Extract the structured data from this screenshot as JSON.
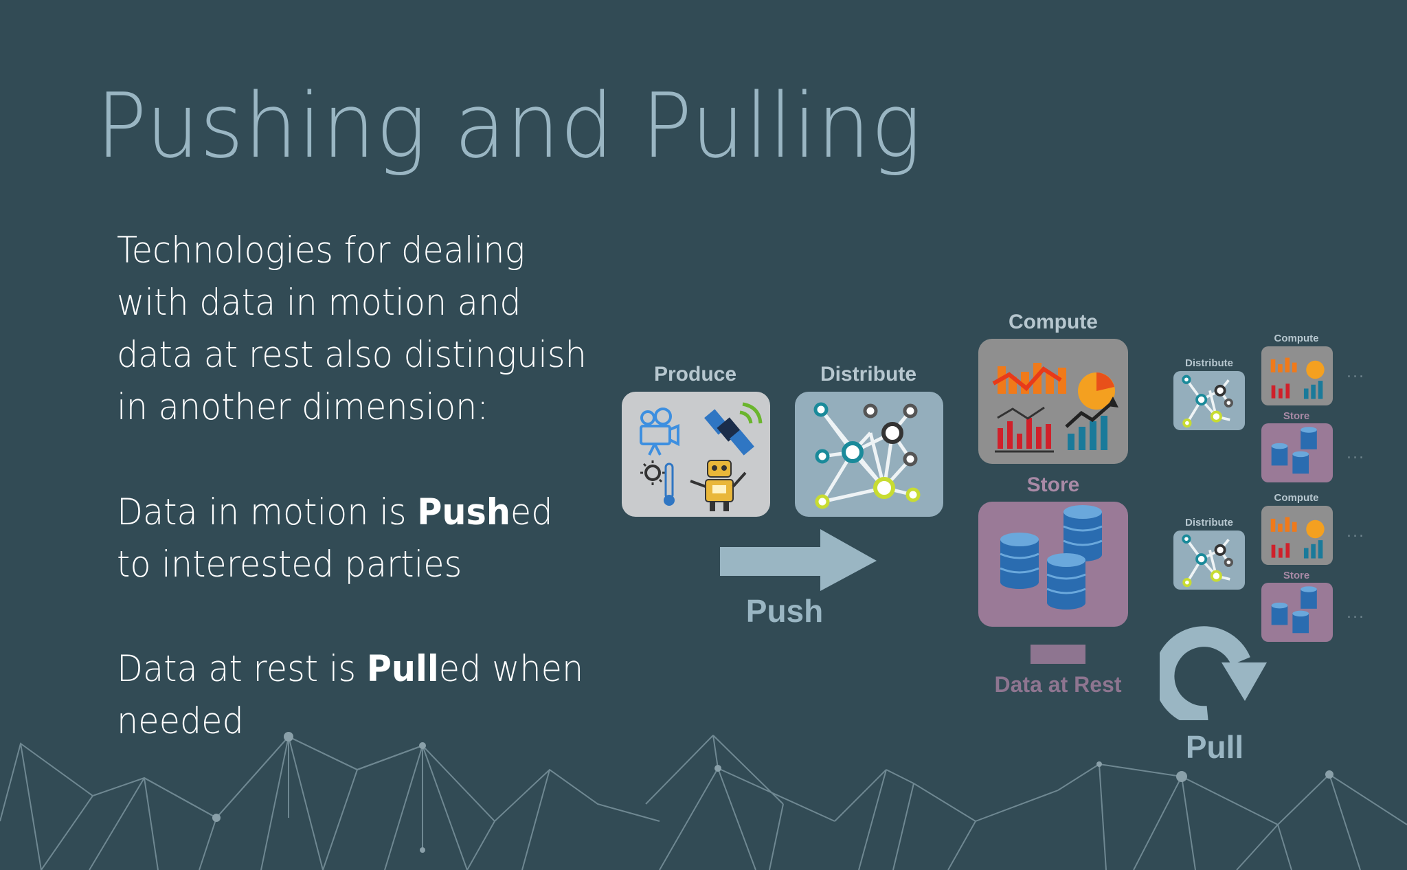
{
  "title": "Pushing and Pulling",
  "intro": {
    "lines": [
      "Technologies for dealing",
      "with data in motion and",
      "data at rest also distinguish",
      "in another dimension:"
    ]
  },
  "push_text": {
    "line1_pre": "Data in motion is ",
    "line1_bold": "Push",
    "line1_post": "ed",
    "line2": "to interested parties"
  },
  "pull_text": {
    "line1_pre": "Data at rest is ",
    "line1_bold": "Pull",
    "line1_post": "ed when",
    "line2": "needed"
  },
  "diagram": {
    "produce_label": "Produce",
    "distribute_label": "Distribute",
    "compute_label": "Compute",
    "store_label": "Store",
    "push_label": "Push",
    "pull_label": "Pull",
    "data_at_rest_label": "Data at Rest",
    "mini": [
      {
        "distribute_label": "Distribute",
        "compute_label": "Compute",
        "store_label": "Store"
      },
      {
        "distribute_label": "Distribute",
        "compute_label": "Compute",
        "store_label": "Store"
      }
    ],
    "ellipsis": "..."
  },
  "colors": {
    "background": "#324b55",
    "title": "#9ab6c3",
    "arrow": "#9ab6c3",
    "store": "#9a7a97",
    "data_at_rest": "#8e7590"
  }
}
